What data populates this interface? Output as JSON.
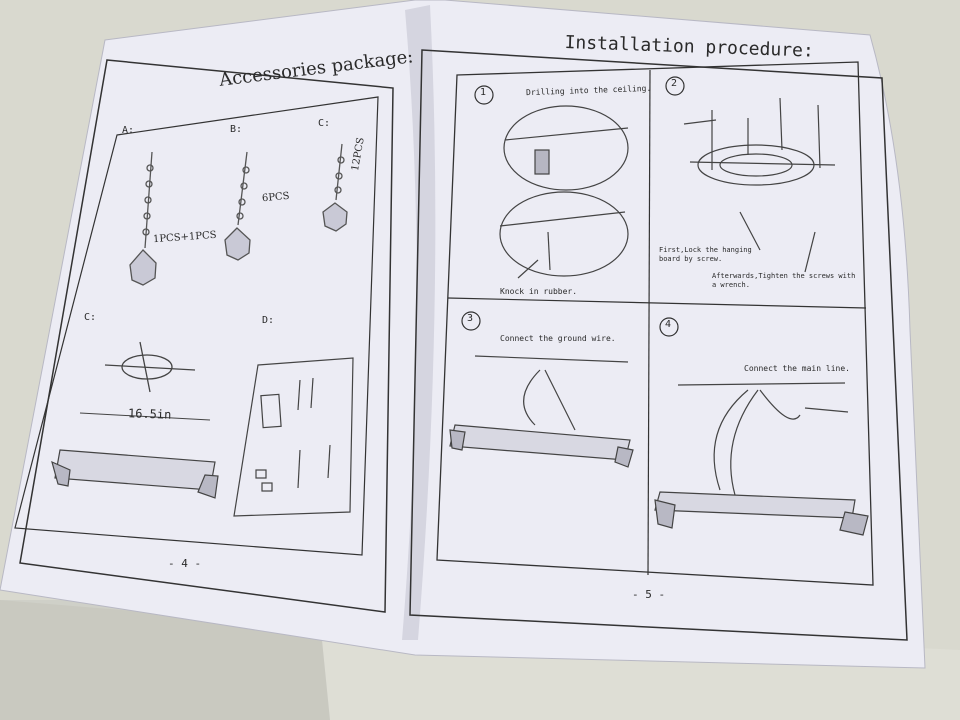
{
  "left_page": {
    "title": "Accessories package:",
    "label_a": "A:",
    "label_b": "B:",
    "label_c1": "C:",
    "label_c2": "C:",
    "label_d": "D:",
    "qty_a": "1PCS+1PCS",
    "qty_b": "6PCS",
    "qty_c": "12PCS",
    "dimension": "16.5in",
    "page_number": "- 4 -"
  },
  "right_page": {
    "title": "Installation procedure:",
    "steps": [
      {
        "number": "1",
        "caption_top": "Drilling into the ceiling.",
        "caption_bottom": "Knock in rubber."
      },
      {
        "number": "2",
        "caption_top": "First,Lock the hanging board by screw.",
        "caption_bottom": "Afterwards,Tighten the screws with a wrench."
      },
      {
        "number": "3",
        "caption_top": "Connect the ground wire."
      },
      {
        "number": "4",
        "caption_top": "Connect the main line."
      }
    ],
    "page_number": "- 5 -"
  },
  "colors": {
    "paper": "#eeeef6",
    "ink": "#2a2a2a",
    "table": "#dcdcd2"
  }
}
